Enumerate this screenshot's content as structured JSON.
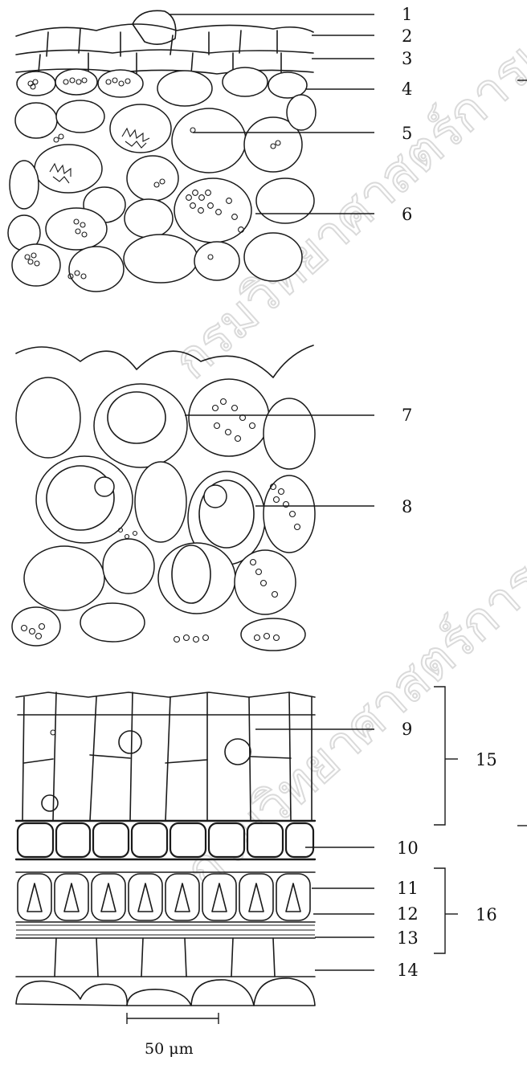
{
  "labels": [
    "1",
    "2",
    "3",
    "4",
    "5",
    "6",
    "7",
    "8",
    "9",
    "10",
    "11",
    "12",
    "13",
    "14"
  ],
  "brackets": {
    "upper": "15",
    "lower": "16"
  },
  "scale_bar": {
    "label": "50 μm"
  },
  "watermark": "กรมวิทยาศาสตร์การแพทย์",
  "colors": {
    "ink": "#1a1a1a",
    "background": "#ffffff",
    "watermark": "#d7d7d7"
  }
}
